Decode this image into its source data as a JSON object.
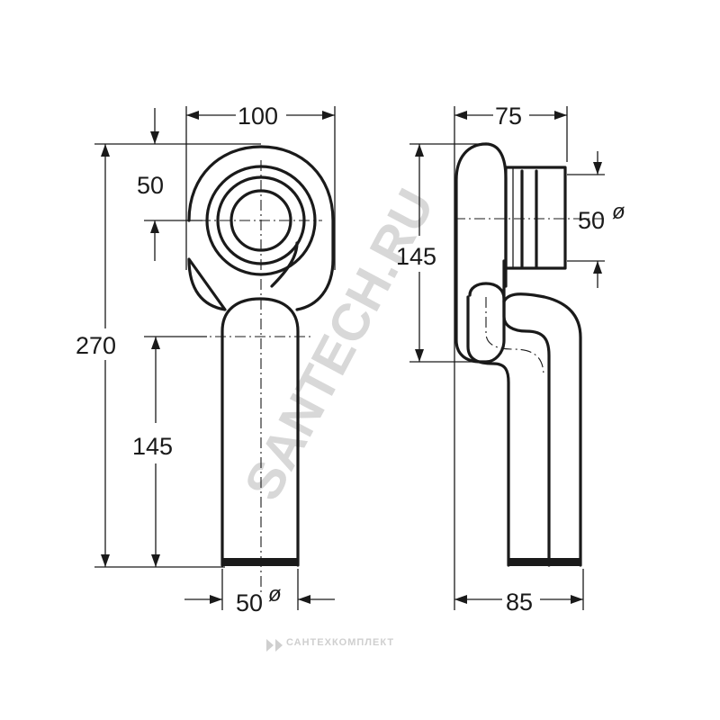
{
  "front_view": {
    "width_label": "100",
    "top_offset_label": "50",
    "total_height_label": "270",
    "lower_height_label": "145",
    "outlet_label": "50",
    "diameter_symbol": "ø"
  },
  "side_view": {
    "width_top_label": "75",
    "height_label": "145",
    "inlet_label": "50",
    "diameter_symbol": "ø",
    "width_bottom_label": "85"
  },
  "watermark": {
    "text": "SANTECH.RU",
    "footer_text": "САНТЕХКОМПЛЕКТ"
  },
  "colors": {
    "ink": "#1a1a1a",
    "watermark": "#d8d8d8"
  }
}
